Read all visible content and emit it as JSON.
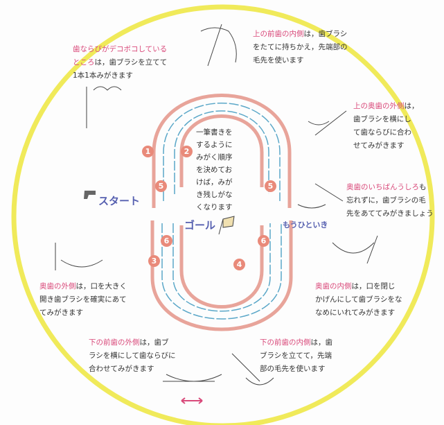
{
  "colors": {
    "accent": "#d9497a",
    "path": "#e8a49a",
    "teeth": "#5aa7c8",
    "ring": "#f0ea5a",
    "label": "#5660b0"
  },
  "start_label": "スタート",
  "goal_label": "ゴール",
  "more_label": "もうひといき",
  "center_text": [
    "一筆書きを",
    "するように",
    "みがく順序",
    "を決めてお",
    "けば，みが",
    "き残しがな",
    "くなります"
  ],
  "steps": [
    "1",
    "2",
    "5",
    "5",
    "6",
    "6",
    "3",
    "4"
  ],
  "tips": [
    {
      "head": "歯ならびがデコボコしている",
      "head2": "ところ",
      "body": [
        "は，歯ブラシを立てて",
        "1本1本みがきます"
      ]
    },
    {
      "head": "上の前歯の内側",
      "body": [
        "は，歯ブラシ",
        "をたてに持ちかえ，先端部の",
        "毛先を使います"
      ]
    },
    {
      "head": "上の奥歯の外側",
      "body": [
        "は，",
        "歯ブラシを横にし",
        "て歯ならびに合わ",
        "せてみがきます"
      ]
    },
    {
      "head": "奥歯のいちばんうしろ",
      "body": [
        "も",
        "忘れずに，歯ブラシの毛",
        "先をあててみがきましょう"
      ]
    },
    {
      "head": "奥歯の外側",
      "body": [
        "は，口を大きく",
        "開き歯ブラシを確実にあて",
        "てみがきます"
      ]
    },
    {
      "head": "奥歯の内側",
      "body": [
        "は，口を閉じ",
        "かげんにして歯ブラシをな",
        "なめにいれてみがきます"
      ]
    },
    {
      "head": "下の前歯の外側",
      "body": [
        "は，歯ブ",
        "ラシを横にして歯ならびに",
        "合わせてみがきます"
      ]
    },
    {
      "head": "下の前歯の内側",
      "body": [
        "は，歯",
        "ブラシを立てて，先端",
        "部の毛先を使います"
      ]
    }
  ]
}
